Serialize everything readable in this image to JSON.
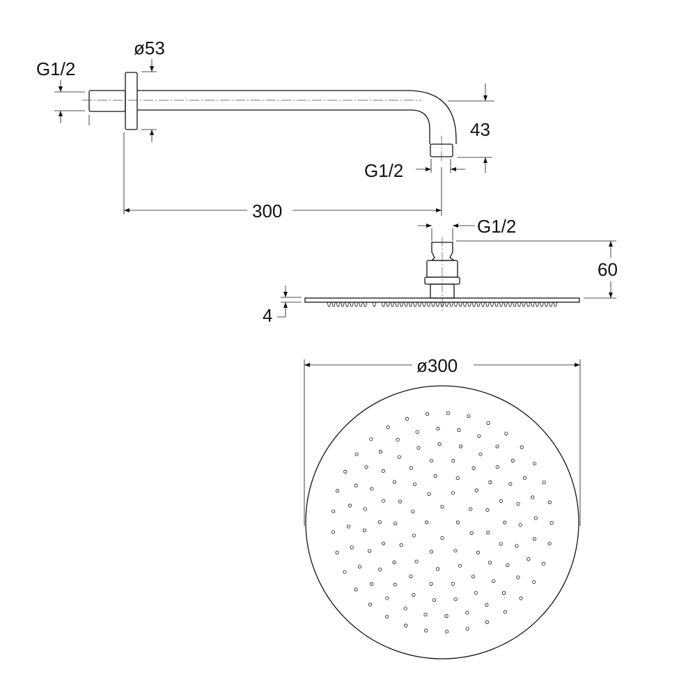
{
  "labels": {
    "inlet_thread": "G1/2",
    "flange_diameter": "ø53",
    "outlet_height": "43",
    "outlet_thread": "G1/2",
    "arm_projection": "300",
    "head_thread": "G1/2",
    "head_height": "60",
    "plate_thickness": "4",
    "head_diameter": "ø300"
  },
  "colors": {
    "line": "#111111",
    "background": "#ffffff"
  }
}
